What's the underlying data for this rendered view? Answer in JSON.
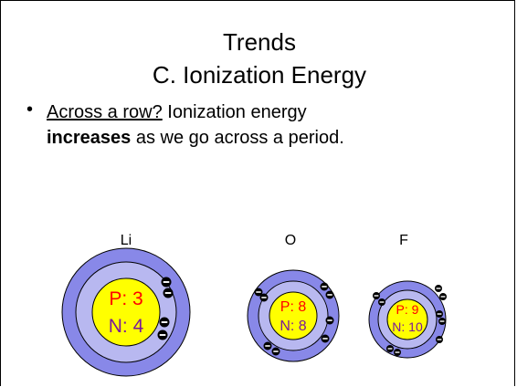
{
  "slide": {
    "title_line1": "Trends",
    "title_line2": "C. Ionization Energy",
    "bullet": {
      "underlined": "Across a row?",
      "text_after": " Ionization energy",
      "bold": "increases",
      "text_end": " as we go across a period."
    }
  },
  "atoms": [
    {
      "symbol": "Li",
      "protons": "P: 3",
      "neutrons": "N: 4"
    },
    {
      "symbol": "O",
      "protons": "P: 8",
      "neutrons": "N: 8"
    },
    {
      "symbol": "F",
      "protons": "P: 9",
      "neutrons": "N: 10"
    }
  ],
  "colors": {
    "outer_shell": "#8888e8",
    "inner_shell": "#b8b8f0",
    "nucleus": "#ffff00",
    "proton_text": "#ff0000",
    "neutron_text": "#7a1a9a",
    "electron": "#000000"
  },
  "electron_symbol": "-"
}
